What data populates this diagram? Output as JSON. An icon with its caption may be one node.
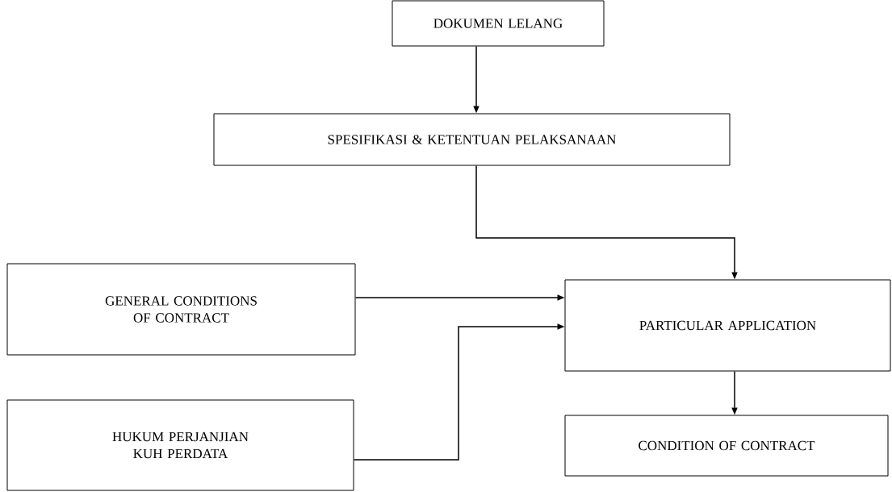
{
  "diagram": {
    "nodes": [
      {
        "text": [
          "DOKUMEN LELANG"
        ]
      },
      {
        "text": [
          "SPESIFIKASI & KETENTUAN PELAKSANAAN"
        ]
      },
      {
        "text": [
          "GENERAL CONDITIONS OF CONTRACT"
        ]
      },
      {
        "text": [
          "PARTICULAR APPLICATION"
        ]
      },
      {
        "text": [
          "HUKUM PERJANJIAN KUH PERDATA"
        ]
      },
      {
        "text": [
          "CONDITION OF CONTRACT"
        ]
      }
    ],
    "edges": [
      {
        "from": 0,
        "to": 1,
        "arrow": "to"
      },
      {
        "from": 1,
        "to": 3,
        "arrow": "to"
      },
      {
        "from": 2,
        "to": 3,
        "arrow": "to"
      },
      {
        "from": 4,
        "to": 3,
        "arrow": "to"
      },
      {
        "from": 3,
        "to": 5,
        "arrow": "to"
      }
    ]
  }
}
